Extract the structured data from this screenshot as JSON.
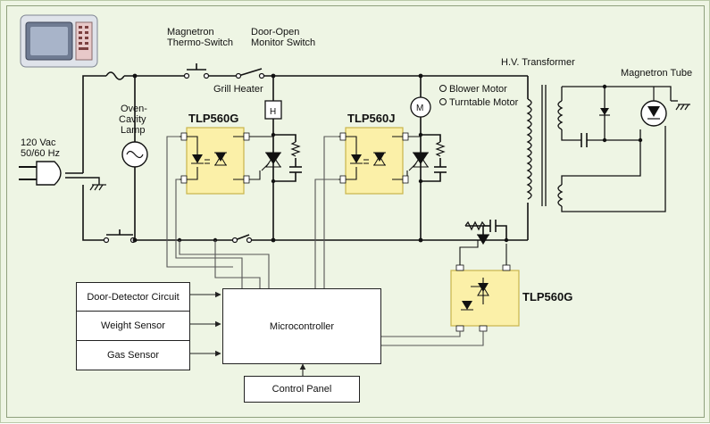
{
  "labels": {
    "magnetron_thermo_switch": [
      "Magnetron",
      "Thermo-Switch"
    ],
    "door_open_monitor_switch": [
      "Door-Open",
      "Monitor Switch"
    ],
    "grill_heater": "Grill Heater",
    "hv_transformer": "H.V. Transformer",
    "magnetron_tube": "Magnetron Tube",
    "blower_motor": "Blower Motor",
    "turntable_motor": "Turntable Motor",
    "oven_cavity_lamp": [
      "Oven-",
      "Cavity",
      "Lamp"
    ],
    "power_input": [
      "120 Vac",
      "50/60 Hz"
    ],
    "heater_symbol": "H",
    "motor_symbol": "M"
  },
  "parts": {
    "coupler_1": "TLP560G",
    "coupler_2": "TLP560J",
    "coupler_3": "TLP560G"
  },
  "blocks": {
    "door_detector": "Door-Detector Circuit",
    "weight_sensor": "Weight Sensor",
    "gas_sensor": "Gas Sensor",
    "microcontroller": "Microcontroller",
    "control_panel": "Control Panel"
  },
  "colors": {
    "background": "#eef5e4",
    "coupler_fill": "#fbf0a8",
    "coupler_border": "#c9b44a",
    "wire": "#111111",
    "signal_wire": "#555555"
  }
}
